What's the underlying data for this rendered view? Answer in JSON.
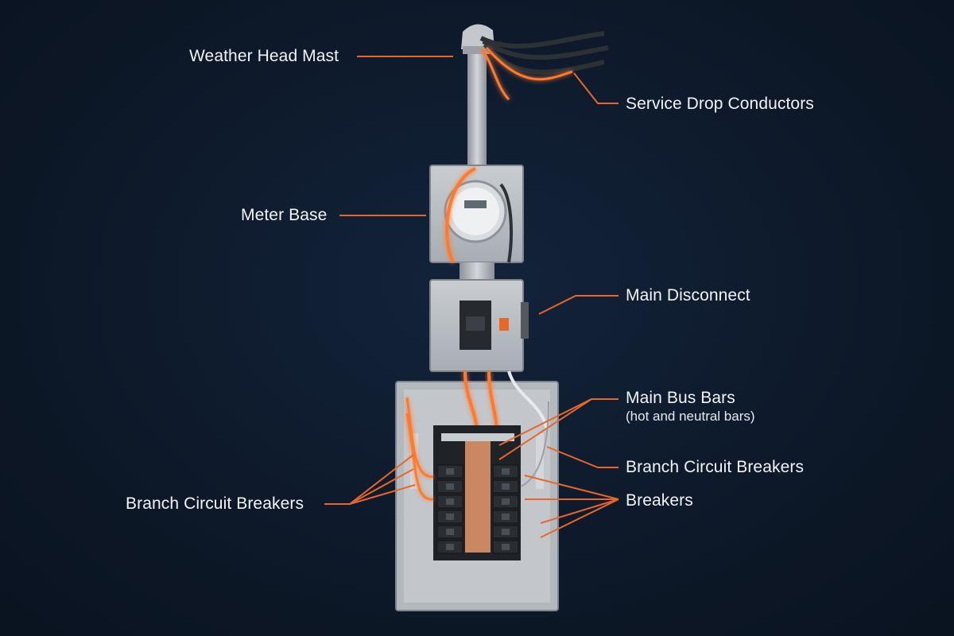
{
  "labels": {
    "weather_head": "Weather Head Mast",
    "service_drop": "Service Drop Conductors",
    "meter_base": "Meter Base",
    "main_disconnect": "Main Disconnect",
    "main_bus_bars": "Main Bus Bars",
    "main_bus_bars_sub": "(hot and neutral bars)",
    "branch_right": "Branch Circuit Breakers",
    "breakers": "Breakers",
    "branch_left": "Branch Circuit Breakers"
  },
  "colors": {
    "background": "#0f1b2b",
    "leader": "#e8662a",
    "glow_wire": "#ff7a2e",
    "metal": "#b9bec4",
    "label_text": "#f2f4f7"
  }
}
